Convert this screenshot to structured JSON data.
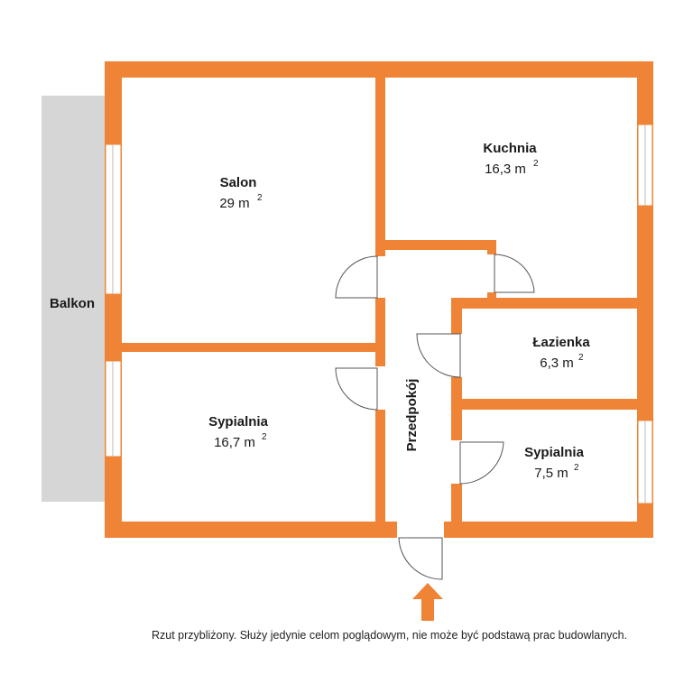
{
  "colors": {
    "wall": "#ef8437",
    "balcony": "#d6d6d6",
    "window": "#ffffff",
    "door_line": "#555555",
    "text": "#1a1a1a"
  },
  "rooms": {
    "salon": {
      "name": "Salon",
      "area": "29 m",
      "unit_sup": "2"
    },
    "kuchnia": {
      "name": "Kuchnia",
      "area": "16,3 m",
      "unit_sup": "2"
    },
    "lazienka": {
      "name": "Łazienka",
      "area": "6,3 m",
      "unit_sup": "2"
    },
    "sypialnia_large": {
      "name": "Sypialnia",
      "area": "16,7 m",
      "unit_sup": "2"
    },
    "sypialnia_small": {
      "name": "Sypialnia",
      "area": "7,5 m",
      "unit_sup": "2"
    },
    "przedpokoj": {
      "name": "Przedpokój"
    },
    "balkon": {
      "name": "Balkon"
    }
  },
  "entrance_icon": "arrow-up-icon",
  "footnote": "Rzut przybliżony. Służy jedynie celom poglądowym, nie może być podstawą prac budowlanych."
}
